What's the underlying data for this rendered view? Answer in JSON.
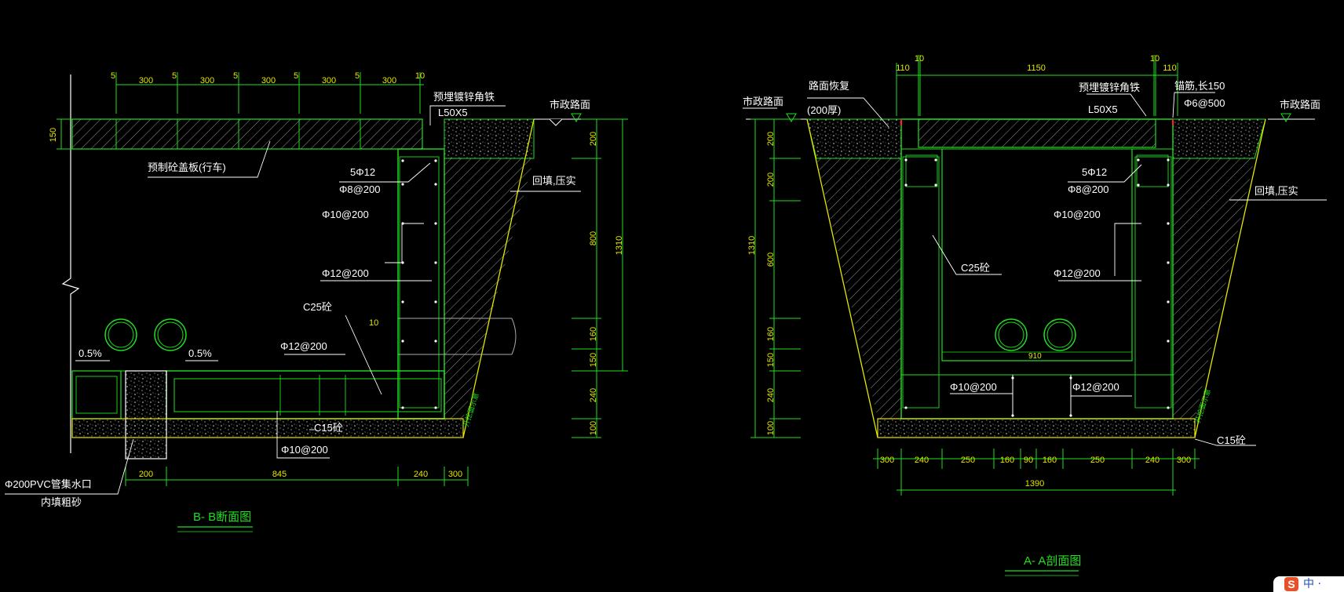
{
  "bb": {
    "title": "B- B断面图",
    "top_dims": [
      "5",
      "300",
      "5",
      "300",
      "5",
      "300",
      "5",
      "300",
      "5",
      "300",
      "10"
    ],
    "left_dim": "150",
    "right_dims": [
      "200",
      "800",
      "160",
      "150",
      "240",
      "100"
    ],
    "total_dim": "1310",
    "bottom_dims": [
      "200",
      "845",
      "240",
      "300"
    ],
    "labels": {
      "angle_steel": "预埋镀锌角铁",
      "angle_spec": "L50X5",
      "road": "市政路面",
      "cover": "预制砼盖板(行车)",
      "rebar_top": "5Φ12",
      "rebar_top2": "Φ8@200",
      "rebar_wall": "Φ10@200",
      "rebar_wall2": "Φ12@200",
      "concrete": "C25砼",
      "pipe_dim": "10",
      "slope_left": "0.5%",
      "slope_right": "0.5%",
      "rebar_bottom": "Φ12@200",
      "base": "C15砼",
      "rebar_base": "Φ10@200",
      "backfill": "回填,压实",
      "excavation": "开挖面示意",
      "drain": "Φ200PVC管集水口",
      "drain_fill": "内填粗砂"
    }
  },
  "aa": {
    "title": "A- A剖面图",
    "top_dims": [
      "110",
      "10",
      "1150",
      "10",
      "110"
    ],
    "left_dims": [
      "200",
      "200",
      "600",
      "160",
      "150",
      "240",
      "100"
    ],
    "total_dim": "1310",
    "bottom_dims": [
      "300",
      "240",
      "250",
      "160",
      "90",
      "160",
      "250",
      "240",
      "300"
    ],
    "bottom_total": "1390",
    "labels": {
      "road_left": "市政路面",
      "restore": "路面恢复",
      "restore_thk": "(200厚)",
      "angle_steel": "预埋镀锌角铁",
      "angle_spec": "L50X5",
      "anchor": "锚筋,长150",
      "anchor_spec": "Φ6@500",
      "road_right": "市政路面",
      "rebar_top": "5Φ12",
      "rebar_top2": "Φ8@200",
      "rebar_wall": "Φ10@200",
      "rebar_wall2": "Φ12@200",
      "concrete": "C25砼",
      "inner_width": "910",
      "rebar_b1": "Φ10@200",
      "rebar_b2": "Φ12@200",
      "base": "C15砼",
      "backfill": "回填,压实",
      "excavation": "开挖面示意"
    }
  },
  "ime": {
    "logo": "S",
    "text": "中 ·"
  },
  "colors": {
    "green": "#1fe01f",
    "yellow": "#e6e600",
    "white": "#ffffff",
    "red": "#ff2020"
  }
}
